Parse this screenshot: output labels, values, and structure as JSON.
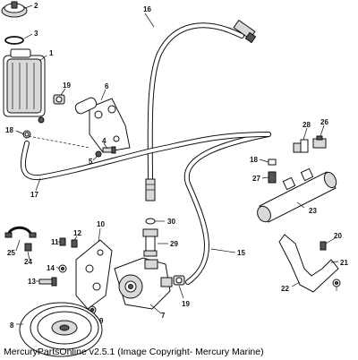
{
  "caption": "MercuryPartsOnline v2.5.1 (Image Copyright- Mercury Marine)",
  "callouts": {
    "c1": "1",
    "c2": "2",
    "c3": "3",
    "c4": "4",
    "c5": "5",
    "c6": "6",
    "c7": "7",
    "c8": "8",
    "c9": "9",
    "c10": "10",
    "c11": "11",
    "c12": "12",
    "c13": "13",
    "c14": "14",
    "c15": "15",
    "c16": "16",
    "c17": "17",
    "c18a": "18",
    "c18b": "18",
    "c19a": "19",
    "c19b": "19",
    "c20": "20",
    "c21": "21",
    "c22": "22",
    "c23": "23",
    "c24": "24",
    "c25": "25",
    "c26": "26",
    "c27": "27",
    "c28": "28",
    "c29": "29",
    "c30": "30"
  }
}
